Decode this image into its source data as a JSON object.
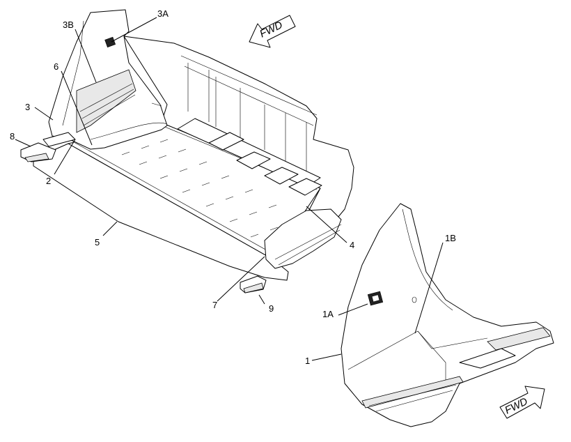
{
  "callouts": [
    {
      "id": "3A",
      "text": "3A"
    },
    {
      "id": "3B",
      "text": "3B"
    },
    {
      "id": "6",
      "text": "6"
    },
    {
      "id": "3",
      "text": "3"
    },
    {
      "id": "8",
      "text": "8"
    },
    {
      "id": "2",
      "text": "2"
    },
    {
      "id": "5",
      "text": "5"
    },
    {
      "id": "4",
      "text": "4"
    },
    {
      "id": "7",
      "text": "7"
    },
    {
      "id": "9",
      "text": "9"
    },
    {
      "id": "1B",
      "text": "1B"
    },
    {
      "id": "1A",
      "text": "1A"
    },
    {
      "id": "1",
      "text": "1"
    }
  ],
  "arrows": {
    "top": "FWD",
    "bottom": "FWD"
  }
}
